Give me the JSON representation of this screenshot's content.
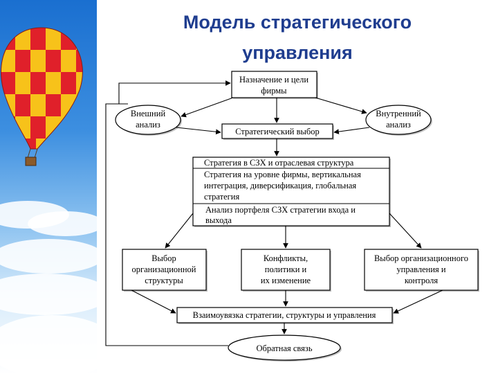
{
  "slide": {
    "title_line1": "Модель стратегического",
    "title_line2": "управления"
  },
  "colors": {
    "title": "#1f3d8f",
    "sky_top": "#1a6fd0",
    "balloon_red": "#e0202a",
    "balloon_yellow": "#f7c21a"
  },
  "diagram": {
    "goals": [
      "Назначение и цели",
      "фирмы"
    ],
    "external": [
      "Внешний",
      "анализ"
    ],
    "internal": [
      "Внутренний",
      "анализ"
    ],
    "choice": "Стратегический выбор",
    "strategy_sbu": "Стратегия в СЗХ и отраслевая структура",
    "strategy_firm": [
      "Стратегия на уровне фирмы, вертикальная",
      "интеграция, диверсификация, глобальная",
      "стратегия"
    ],
    "portfolio": [
      "Анализ портфеля СЗХ стратегии входа и",
      "выхода"
    ],
    "org_structure": [
      "Выбор",
      "организационной",
      "структуры"
    ],
    "conflicts": [
      "Конфликты,",
      "политики и",
      "их изменение"
    ],
    "org_control": [
      "Выбор организационного",
      "управления и",
      "контроля"
    ],
    "integration": "Взаимоувязка стратегии, структуры и управления",
    "feedback": "Обратная связь"
  }
}
